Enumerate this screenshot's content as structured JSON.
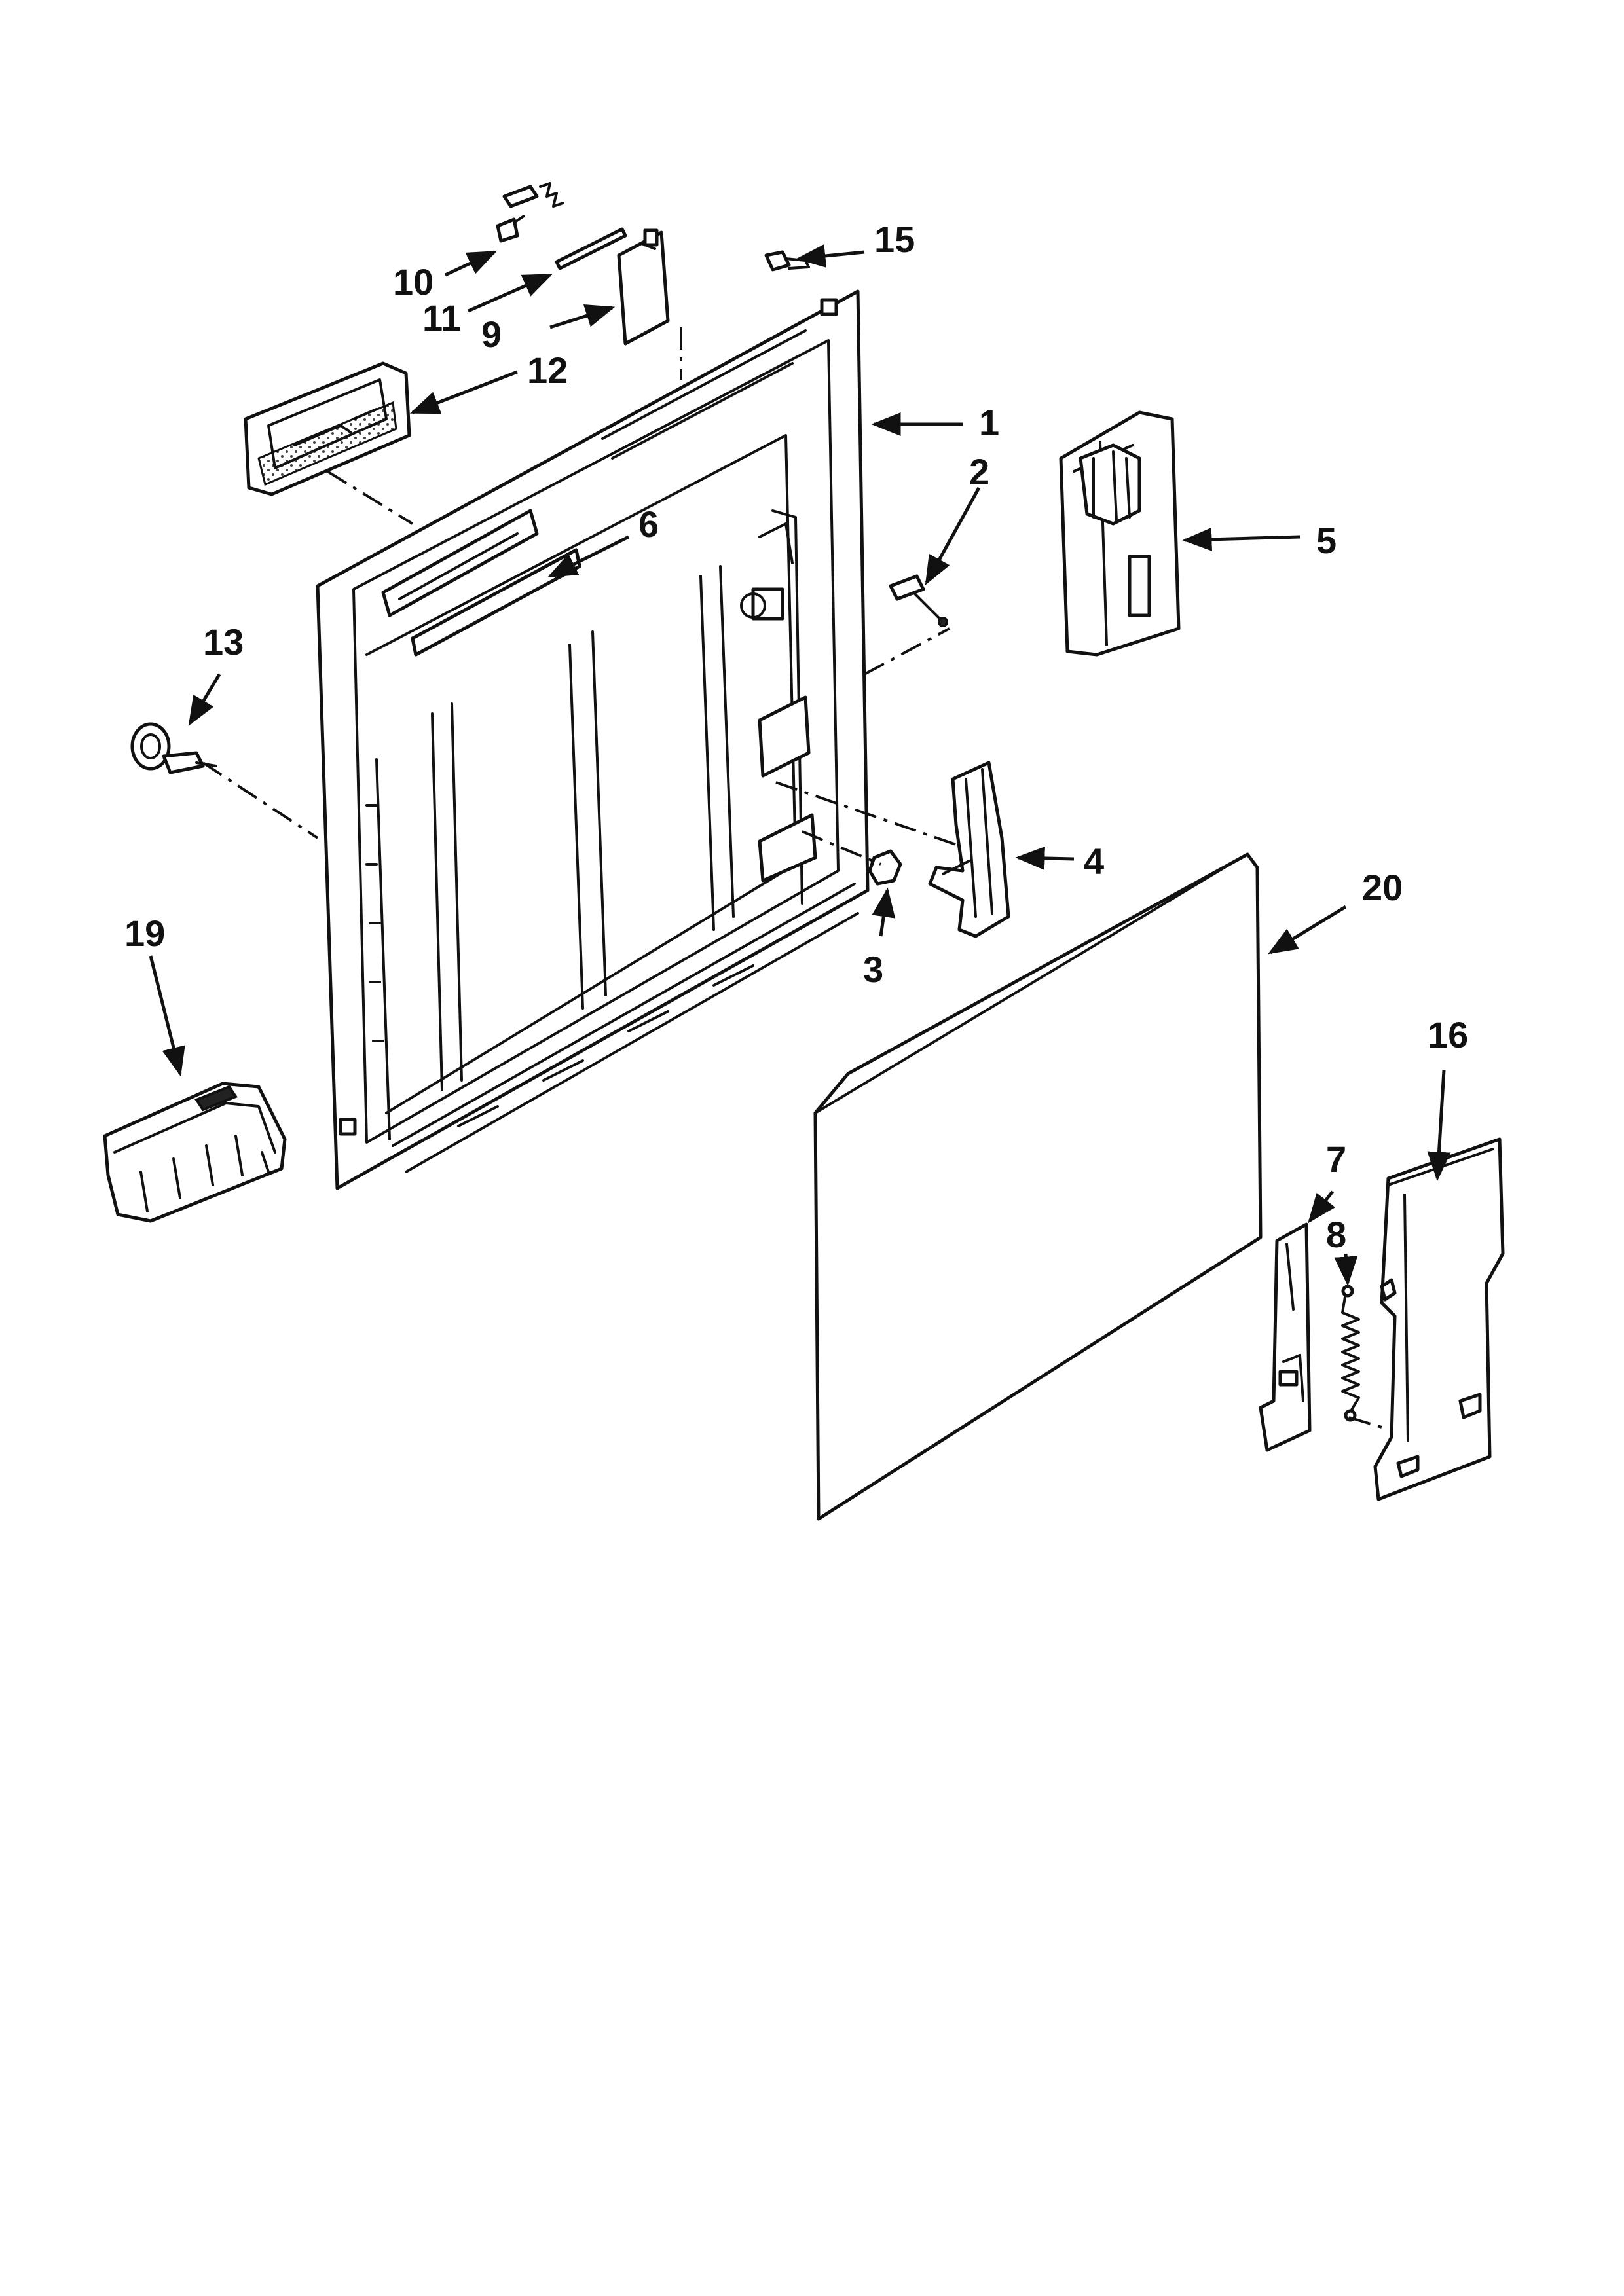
{
  "diagram": {
    "callouts": [
      {
        "id": "c1",
        "label": "1"
      },
      {
        "id": "c2",
        "label": "2"
      },
      {
        "id": "c3",
        "label": "3"
      },
      {
        "id": "c4",
        "label": "4"
      },
      {
        "id": "c5",
        "label": "5"
      },
      {
        "id": "c6",
        "label": "6"
      },
      {
        "id": "c7",
        "label": "7"
      },
      {
        "id": "c8",
        "label": "8"
      },
      {
        "id": "c9",
        "label": "9"
      },
      {
        "id": "c10",
        "label": "10"
      },
      {
        "id": "c11",
        "label": "11"
      },
      {
        "id": "c12",
        "label": "12"
      },
      {
        "id": "c13",
        "label": "13"
      },
      {
        "id": "c15",
        "label": "15"
      },
      {
        "id": "c16",
        "label": "16"
      },
      {
        "id": "c19",
        "label": "19"
      },
      {
        "id": "c20",
        "label": "20"
      }
    ]
  }
}
